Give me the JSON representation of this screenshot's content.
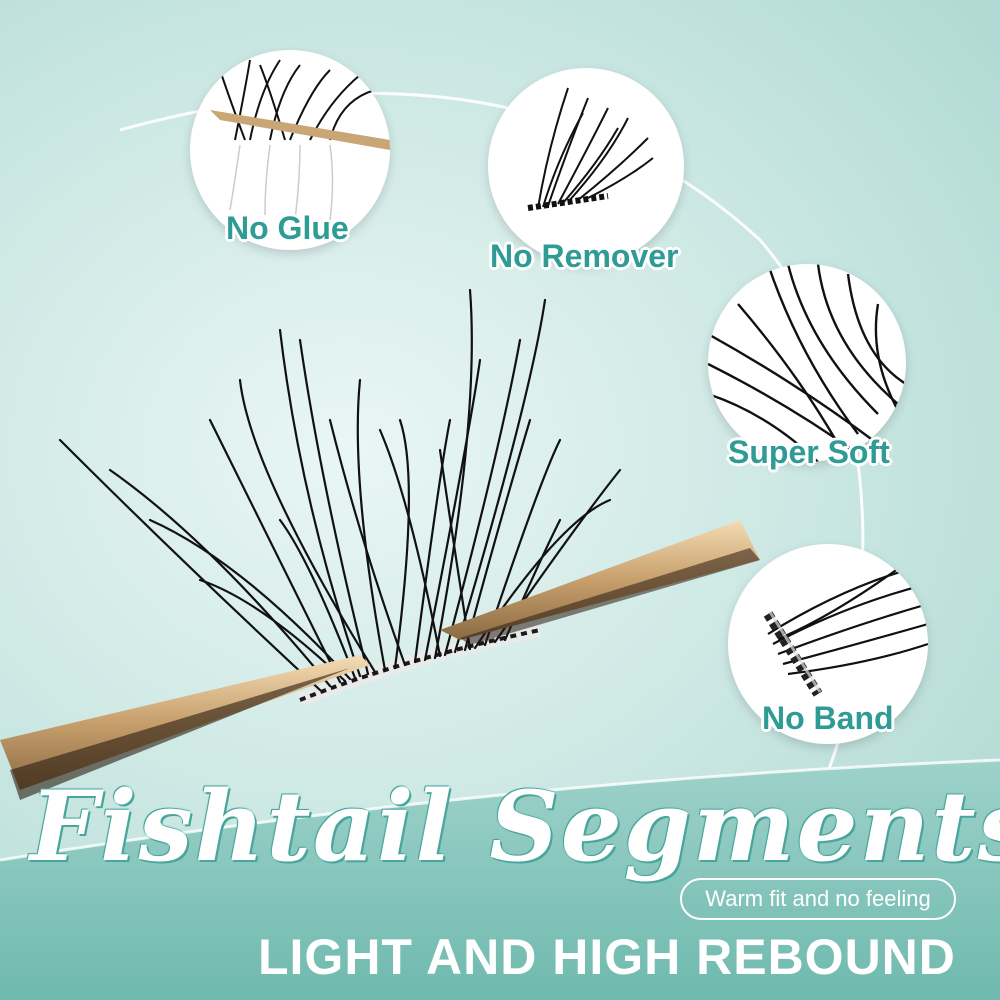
{
  "features": [
    {
      "label": "No Glue",
      "icon": "glue-free-lash-icon"
    },
    {
      "label": "No Remover",
      "icon": "lash-cluster-icon"
    },
    {
      "label": "Super Soft",
      "icon": "soft-lash-icon"
    },
    {
      "label": "No Band",
      "icon": "bandless-lash-icon"
    }
  ],
  "title_script": "Fishtail Segments",
  "tagline": "Warm fit and no feeling",
  "headline": "LIGHT AND HIGH REBOUND",
  "colors": {
    "accent_teal": "#2e9b94",
    "background_light": "#e9f6f4",
    "background_dark": "#8ccbc2",
    "text_white": "#ffffff"
  }
}
